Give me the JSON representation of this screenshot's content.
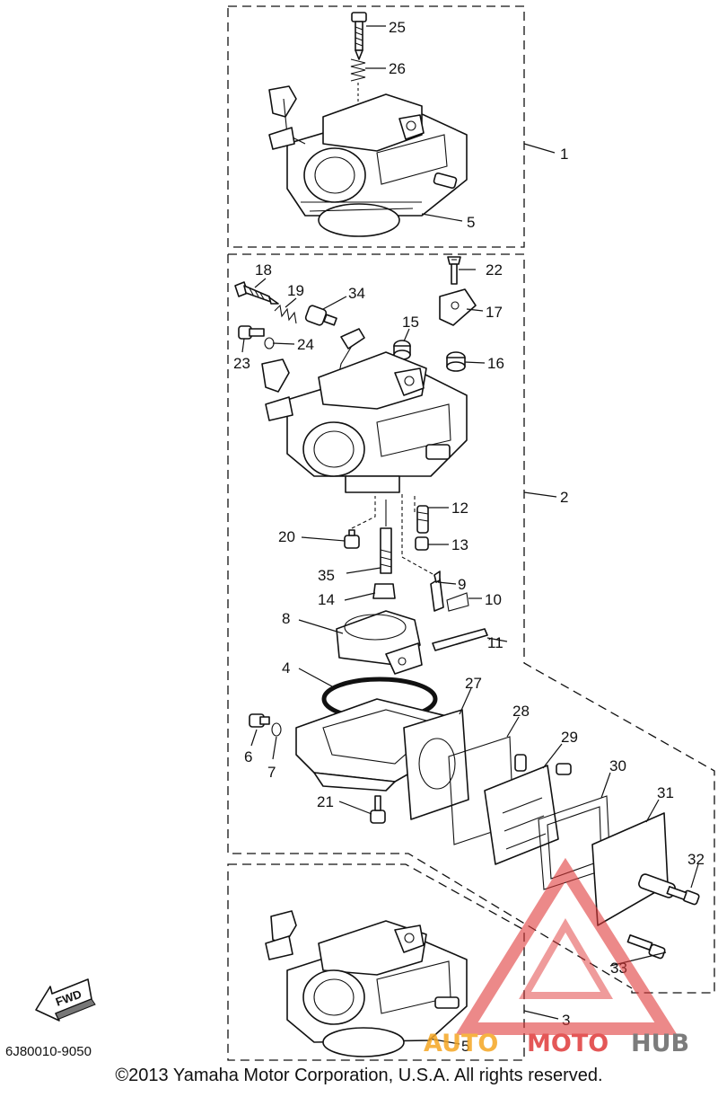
{
  "diagram": {
    "callouts": [
      {
        "id": "c25",
        "label": "25"
      },
      {
        "id": "c26",
        "label": "26"
      },
      {
        "id": "c1",
        "label": "1"
      },
      {
        "id": "c5a",
        "label": "5"
      },
      {
        "id": "c18",
        "label": "18"
      },
      {
        "id": "c19",
        "label": "19"
      },
      {
        "id": "c34",
        "label": "34"
      },
      {
        "id": "c22",
        "label": "22"
      },
      {
        "id": "c17",
        "label": "17"
      },
      {
        "id": "c15",
        "label": "15"
      },
      {
        "id": "c24",
        "label": "24"
      },
      {
        "id": "c23",
        "label": "23"
      },
      {
        "id": "c16",
        "label": "16"
      },
      {
        "id": "c2",
        "label": "2"
      },
      {
        "id": "c12",
        "label": "12"
      },
      {
        "id": "c20",
        "label": "20"
      },
      {
        "id": "c13",
        "label": "13"
      },
      {
        "id": "c35",
        "label": "35"
      },
      {
        "id": "c9",
        "label": "9"
      },
      {
        "id": "c14",
        "label": "14"
      },
      {
        "id": "c10",
        "label": "10"
      },
      {
        "id": "c8",
        "label": "8"
      },
      {
        "id": "c11",
        "label": "11"
      },
      {
        "id": "c4",
        "label": "4"
      },
      {
        "id": "c27",
        "label": "27"
      },
      {
        "id": "c28",
        "label": "28"
      },
      {
        "id": "c29",
        "label": "29"
      },
      {
        "id": "c30",
        "label": "30"
      },
      {
        "id": "c31",
        "label": "31"
      },
      {
        "id": "c6",
        "label": "6"
      },
      {
        "id": "c7",
        "label": "7"
      },
      {
        "id": "c21",
        "label": "21"
      },
      {
        "id": "c32",
        "label": "32"
      },
      {
        "id": "c33",
        "label": "33"
      },
      {
        "id": "c3",
        "label": "3"
      },
      {
        "id": "c5b",
        "label": "5"
      }
    ],
    "fwd_label": "FWD",
    "part_code": "6J80010-9050"
  },
  "watermark": {
    "word_auto": "AUTO",
    "word_moto": "MOTO",
    "word_hub": "HUB",
    "color_orange": "#f5a623",
    "color_red": "#e03a3a",
    "color_gray": "#666666"
  },
  "footer": {
    "copyright": "©2013 Yamaha Motor Corporation, U.S.A. All rights reserved."
  }
}
